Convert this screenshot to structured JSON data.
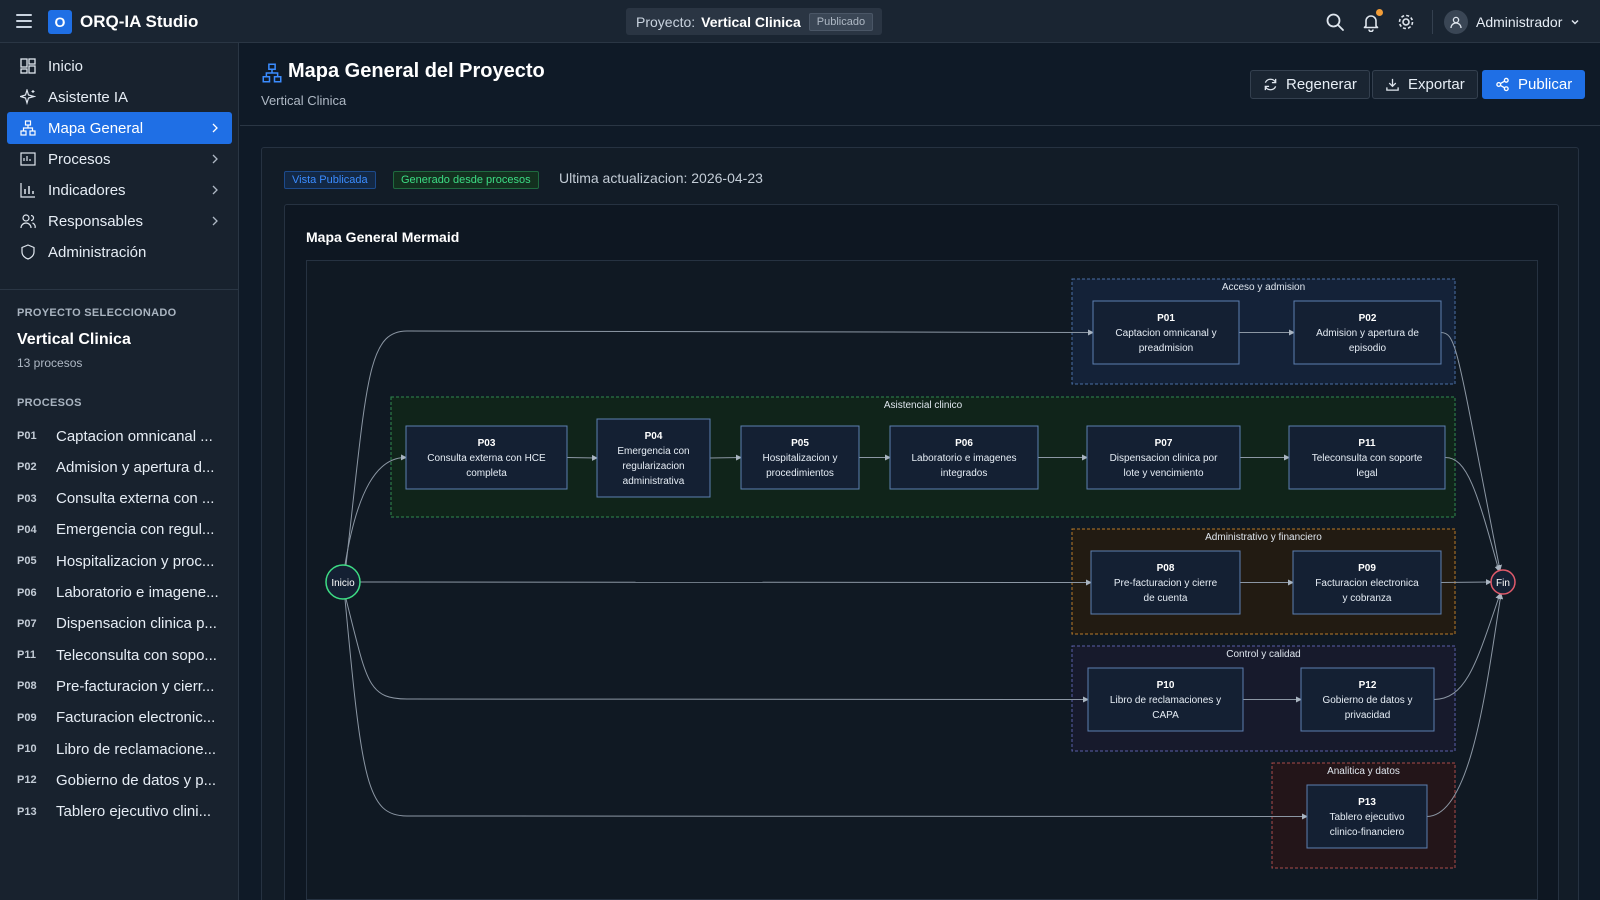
{
  "app": {
    "logo_letter": "O",
    "title": "ORQ-IA Studio"
  },
  "topbar": {
    "project_label": "Proyecto:",
    "project_name": "Vertical Clinica",
    "project_status": "Publicado",
    "user_name": "Administrador",
    "icons": [
      "search-icon",
      "bell-icon",
      "gear-icon",
      "user-icon",
      "chevron-down-icon"
    ],
    "notification_color": "#f29d38"
  },
  "sidebar": {
    "nav": [
      {
        "label": "Inicio",
        "icon": "grid-icon"
      },
      {
        "label": "Asistente IA",
        "icon": "sparkle-icon"
      },
      {
        "label": "Mapa General",
        "icon": "hierarchy-icon",
        "active": true
      },
      {
        "label": "Procesos",
        "icon": "process-icon"
      },
      {
        "label": "Indicadores",
        "icon": "bar-chart-icon"
      },
      {
        "label": "Responsables",
        "icon": "users-icon"
      },
      {
        "label": "Administración",
        "icon": "shield-icon"
      }
    ],
    "selected_label": "PROYECTO SELECCIONADO",
    "selected_project": "Vertical Clinica",
    "process_count": "13 procesos",
    "processes_label": "PROCESOS",
    "processes": [
      {
        "code": "P01",
        "name": "Captacion omnicanal ..."
      },
      {
        "code": "P02",
        "name": "Admision y apertura d..."
      },
      {
        "code": "P03",
        "name": "Consulta externa con ..."
      },
      {
        "code": "P04",
        "name": "Emergencia con regul..."
      },
      {
        "code": "P05",
        "name": "Hospitalizacion y proc..."
      },
      {
        "code": "P06",
        "name": "Laboratorio e imagene..."
      },
      {
        "code": "P07",
        "name": "Dispensacion clinica p..."
      },
      {
        "code": "P11",
        "name": "Teleconsulta con sopo..."
      },
      {
        "code": "P08",
        "name": "Pre-facturacion y cierr..."
      },
      {
        "code": "P09",
        "name": "Facturacion electronic..."
      },
      {
        "code": "P10",
        "name": "Libro de reclamacione..."
      },
      {
        "code": "P12",
        "name": "Gobierno de datos y p..."
      },
      {
        "code": "P13",
        "name": "Tablero ejecutivo clini..."
      }
    ]
  },
  "header": {
    "title": "Mapa General del Proyecto",
    "subtitle": "Vertical Clinica",
    "btn_regenerate": "Regenerar",
    "btn_export": "Exportar",
    "btn_publish": "Publicar",
    "accent_color": "#1f6fe5"
  },
  "panel": {
    "tag_published": "Vista Publicada",
    "tag_generated": "Generado desde procesos",
    "updated": "Ultima actualizacion: 2026-04-23",
    "map_title": "Mapa General Mermaid"
  },
  "diagram": {
    "start": "Inicio",
    "end": "Fin",
    "groups": [
      {
        "id": "acceso",
        "title": "Acceso y admision",
        "color": "#4a6fa5"
      },
      {
        "id": "asistencial",
        "title": "Asistencial clinico",
        "color": "#2f8a4f"
      },
      {
        "id": "admin",
        "title": "Administrativo y financiero",
        "color": "#b87a2a"
      },
      {
        "id": "control",
        "title": "Control y calidad",
        "color": "#5a5fa8"
      },
      {
        "id": "analitica",
        "title": "Analitica y datos",
        "color": "#a84a4a"
      }
    ],
    "nodes": [
      {
        "code": "P01",
        "lines": [
          "Captacion omnicanal y",
          "preadmision"
        ]
      },
      {
        "code": "P02",
        "lines": [
          "Admision y apertura de",
          "episodio"
        ]
      },
      {
        "code": "P03",
        "lines": [
          "Consulta externa con HCE",
          "completa"
        ]
      },
      {
        "code": "P04",
        "lines": [
          "Emergencia con",
          "regularizacion",
          "administrativa"
        ]
      },
      {
        "code": "P05",
        "lines": [
          "Hospitalizacion y",
          "procedimientos"
        ]
      },
      {
        "code": "P06",
        "lines": [
          "Laboratorio e imagenes",
          "integrados"
        ]
      },
      {
        "code": "P07",
        "lines": [
          "Dispensacion clinica por",
          "lote y vencimiento"
        ]
      },
      {
        "code": "P11",
        "lines": [
          "Teleconsulta con soporte",
          "legal"
        ]
      },
      {
        "code": "P08",
        "lines": [
          "Pre-facturacion y cierre",
          "de cuenta"
        ]
      },
      {
        "code": "P09",
        "lines": [
          "Facturacion electronica",
          "y cobranza"
        ]
      },
      {
        "code": "P10",
        "lines": [
          "Libro de reclamaciones y",
          "CAPA"
        ]
      },
      {
        "code": "P12",
        "lines": [
          "Gobierno de datos y",
          "privacidad"
        ]
      },
      {
        "code": "P13",
        "lines": [
          "Tablero ejecutivo",
          "clinico-financiero"
        ]
      }
    ]
  }
}
